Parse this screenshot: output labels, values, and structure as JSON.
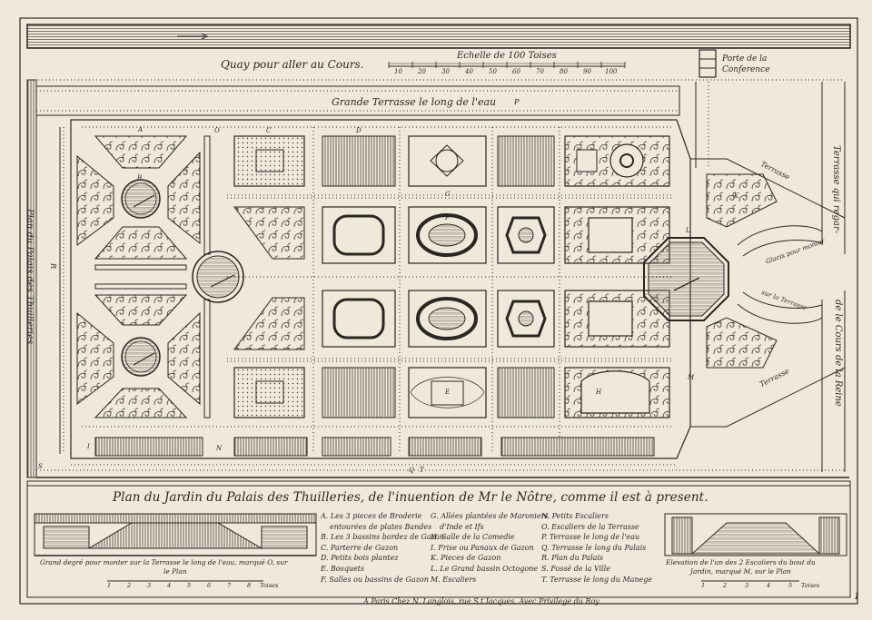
{
  "plate": {
    "title": "Plan du Jardin du Palais des Thuilleries, de l'inuention de Mr le Nôtre, comme il est à present.",
    "imprint": "A Paris Chez N. Langlois, rue S.t Iacques, Avec Privilege du Roy",
    "plate_number": "1",
    "colors": {
      "paper": "#efe9dc",
      "ink": "#2a2620",
      "hatch": "#6b645a",
      "dark": "#3b352d"
    }
  },
  "top": {
    "quay_label": "Quay pour aller au Cours.",
    "scale_title": "Echelle de 100 Toises",
    "scale_ticks": [
      "10",
      "20",
      "30",
      "40",
      "50",
      "60",
      "70",
      "80",
      "90",
      "100"
    ],
    "porte_label_1": "Porte de la",
    "porte_label_2": "Conference"
  },
  "map": {
    "grande_terrasse": "Grande Terrasse le long de l'eau",
    "grande_terrasse_letter": "P",
    "left_side_label": "Plan du Palais des Thuilleries.",
    "left_side_letter": "R",
    "right_label_1": "Terrasse qui regar-",
    "right_label_2": "de le Cours de la Reine",
    "terrasse_upper": "Terrasse",
    "terrasse_lower": "Terrasse",
    "glacis_upper": "Glacis pour monter",
    "glacis_lower": "sur la Terrasse",
    "letters": [
      "A",
      "B",
      "C",
      "D",
      "E",
      "F",
      "G",
      "H",
      "I",
      "K",
      "L",
      "M",
      "N",
      "O",
      "Q",
      "S",
      "T"
    ]
  },
  "legend": {
    "col1": [
      "A. Les 3 pieces de Broderie",
      "entourées de plates Bandes",
      "B. Les 3 bassins bordez de Gazon",
      "C. Parterre de Gazon",
      "D. Petits bois plantez",
      "E. Bosquets",
      "F. Salles ou bassins de Gazon"
    ],
    "col2": [
      "G. Allées plantées de Maroniers",
      "d'Inde et Ifs",
      "H. Salle de la Comedie",
      "I. Frise ou Panaux de Gazon",
      "K. Pieces de Gazon",
      "L. Le Grand bassin Octogone",
      "M. Escaliers"
    ],
    "col3": [
      "N. Petits Escaliers",
      "O. Escaliers de la Terrasse",
      "P. Terrasse le long de l'eau",
      "Q. Terrasse le long du Palais",
      "R. Plan du Palais",
      "S. Fossé de la Ville",
      "T. Terrasse le long du Manege"
    ]
  },
  "insets": {
    "left_caption_1": "Grand degré pour monter sur la Terrasse le long de l'eau, marqué O, sur",
    "left_caption_2": "le Plan",
    "left_scale_ticks": [
      "1",
      "2",
      "3",
      "4",
      "5",
      "6",
      "7",
      "8"
    ],
    "left_scale_unit": "Toises",
    "right_caption_1": "Elevation de l'un des 2 Escaliers du bout du",
    "right_caption_2": "Jardin, marqué M, sur le Plan",
    "right_scale_ticks": [
      "1",
      "2",
      "3",
      "4",
      "5"
    ],
    "right_scale_unit": "Toises"
  }
}
